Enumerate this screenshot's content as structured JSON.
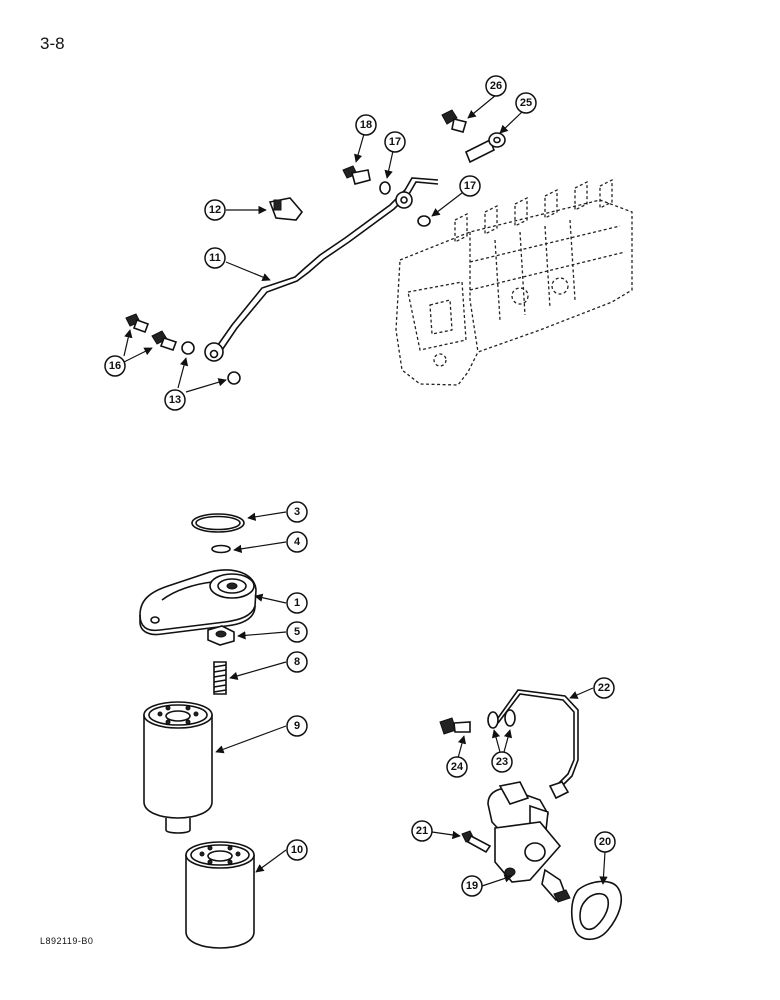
{
  "page": {
    "number": "3-8",
    "figure_code": "L892119-B0"
  },
  "callouts": [
    "26",
    "25",
    "18",
    "17",
    "17",
    "12",
    "11",
    "16",
    "13",
    "3",
    "4",
    "1",
    "5",
    "8",
    "9",
    "10",
    "22",
    "24",
    "23",
    "21",
    "20",
    "19"
  ]
}
